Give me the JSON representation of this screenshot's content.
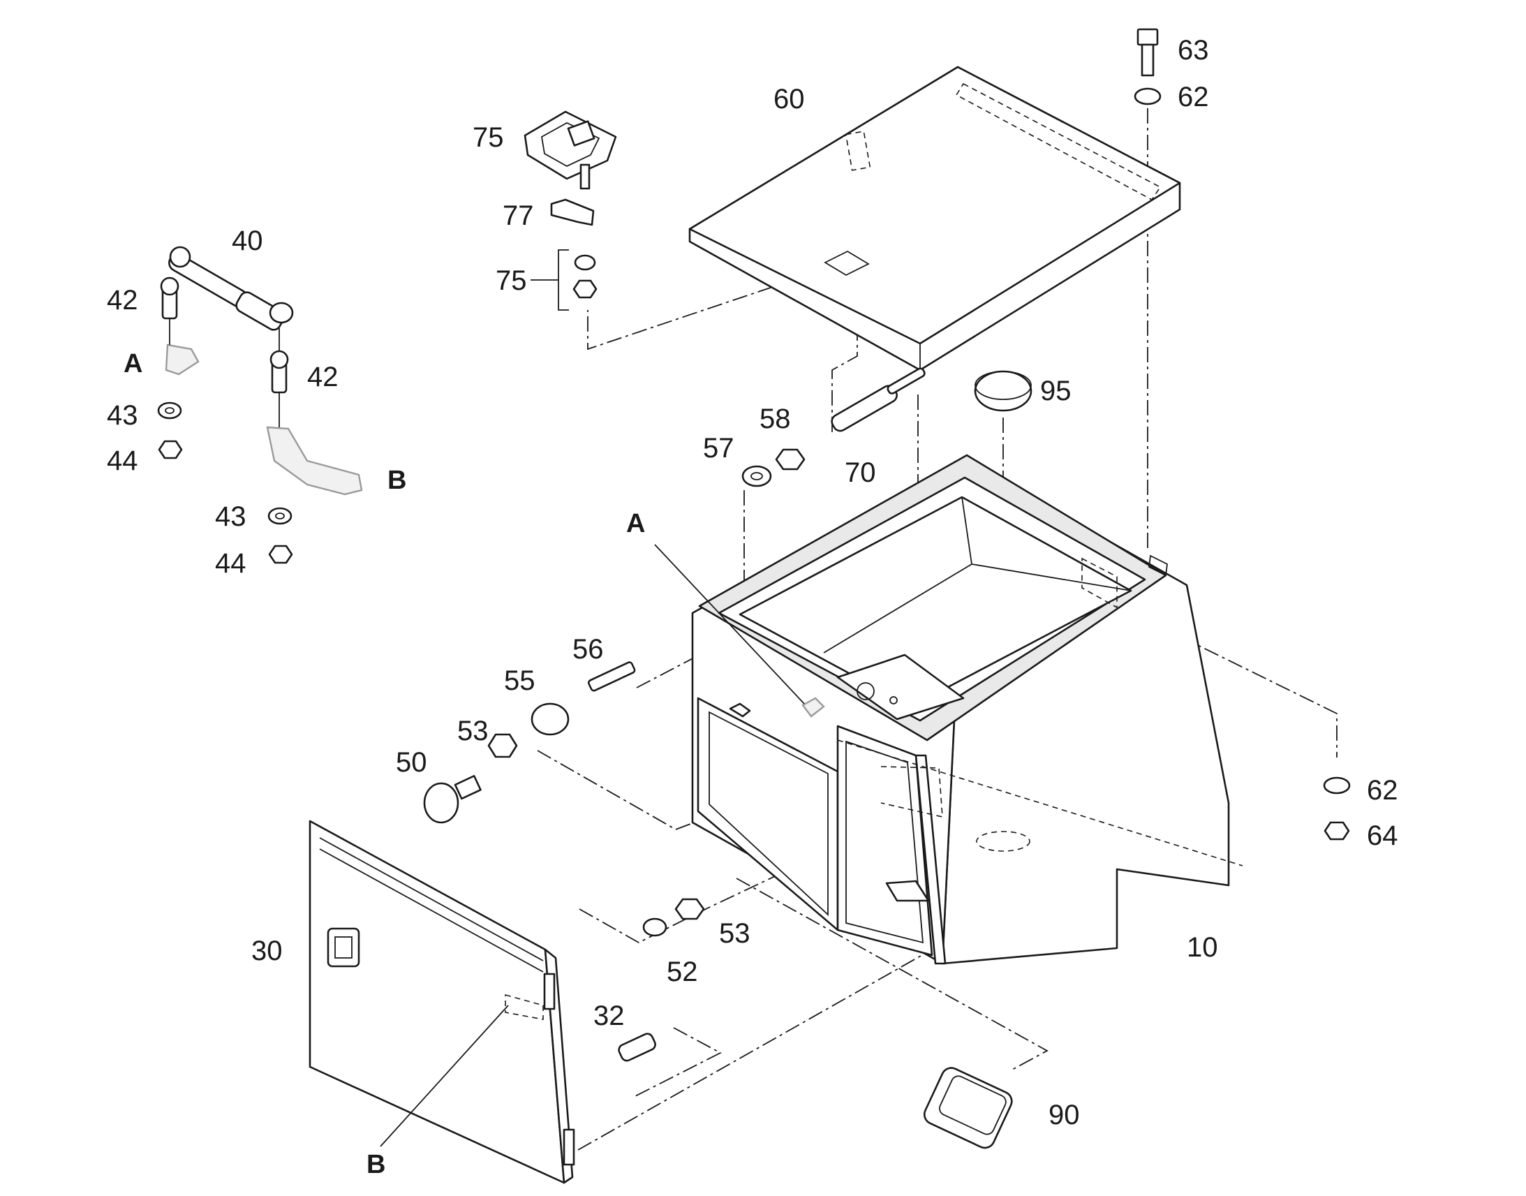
{
  "callouts": {
    "c10": "10",
    "c30": "30",
    "c32": "32",
    "c40": "40",
    "c42a": "42",
    "c42b": "42",
    "c43a": "43",
    "c43b": "43",
    "c44a": "44",
    "c44b": "44",
    "c50": "50",
    "c52": "52",
    "c53a": "53",
    "c53b": "53",
    "c55": "55",
    "c56": "56",
    "c57": "57",
    "c58": "58",
    "c60": "60",
    "c62a": "62",
    "c62b": "62",
    "c63": "63",
    "c64": "64",
    "c70": "70",
    "c75a": "75",
    "c75b": "75",
    "c77": "77",
    "c90": "90",
    "c95": "95"
  },
  "details": {
    "a_left": "A",
    "b_left": "B",
    "a_box": "A",
    "b_door": "B"
  }
}
